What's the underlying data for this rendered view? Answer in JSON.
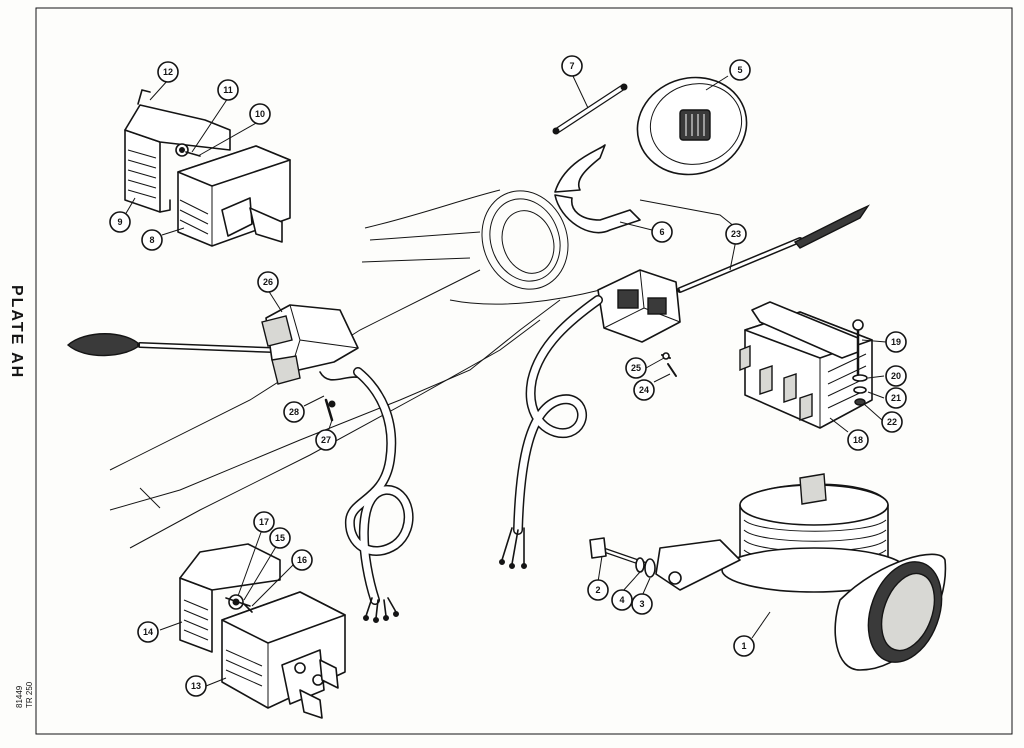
{
  "plate_title": "PLATE AH",
  "plate_code": "81449",
  "plate_ref": "TR 250",
  "callouts": [
    "1",
    "2",
    "3",
    "4",
    "5",
    "6",
    "7",
    "8",
    "9",
    "10",
    "11",
    "12",
    "13",
    "14",
    "15",
    "16",
    "17",
    "18",
    "19",
    "20",
    "21",
    "22",
    "23",
    "24",
    "25",
    "26",
    "27",
    "28"
  ]
}
